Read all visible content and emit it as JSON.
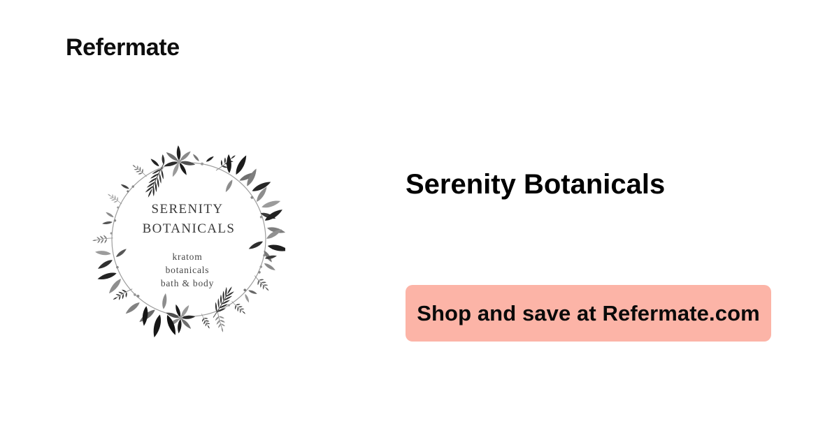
{
  "page": {
    "background_color": "#FFFFFF"
  },
  "header": {
    "brand_logo_text": "Refermate"
  },
  "merchant_card": {
    "name": "Serenity Botanicals",
    "logo": {
      "title_line1": "SERENITY",
      "title_line2": "BOTANICALS",
      "tagline_line1": "kratom",
      "tagline_line2": "botanicals",
      "tagline_line3": "bath & body",
      "style": "black-and-white botanical leaf wreath"
    }
  },
  "cta": {
    "label": "Shop and save at Refermate.com",
    "background_color": "#FCB4A7",
    "text_color": "#0A0A0A"
  }
}
